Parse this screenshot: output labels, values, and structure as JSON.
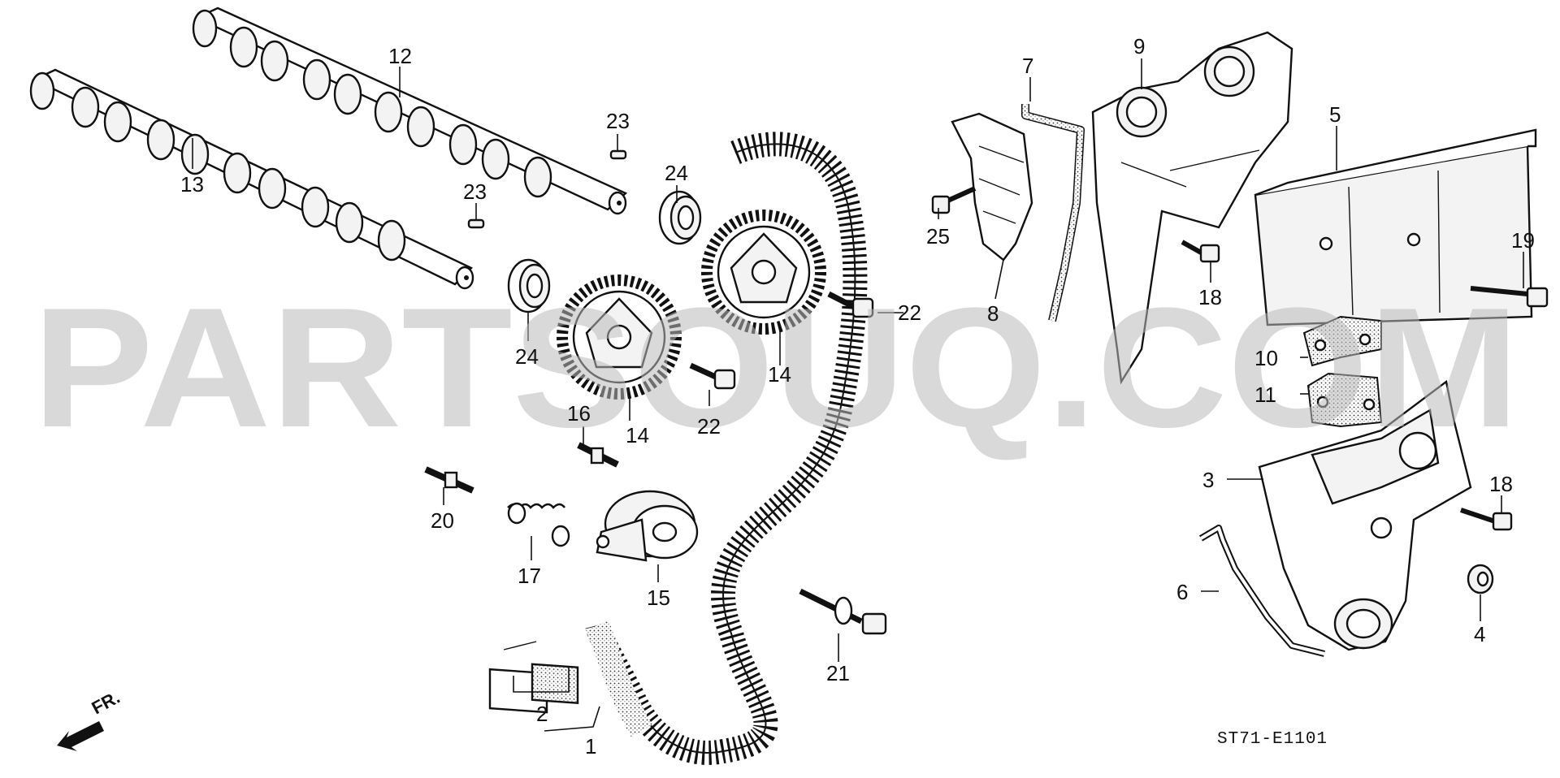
{
  "diagram": {
    "diagram_code": "ST71-E1101",
    "watermark": "PARTSOUQ.COM",
    "direction_label": "FR.",
    "callouts": [
      {
        "id": "c1",
        "text": "1"
      },
      {
        "id": "c2",
        "text": "2"
      },
      {
        "id": "c3",
        "text": "3"
      },
      {
        "id": "c4",
        "text": "4"
      },
      {
        "id": "c5",
        "text": "5"
      },
      {
        "id": "c6",
        "text": "6"
      },
      {
        "id": "c7",
        "text": "7"
      },
      {
        "id": "c8",
        "text": "8"
      },
      {
        "id": "c9",
        "text": "9"
      },
      {
        "id": "c10",
        "text": "10"
      },
      {
        "id": "c11",
        "text": "11"
      },
      {
        "id": "c12",
        "text": "12"
      },
      {
        "id": "c13",
        "text": "13"
      },
      {
        "id": "c14a",
        "text": "14"
      },
      {
        "id": "c14b",
        "text": "14"
      },
      {
        "id": "c15",
        "text": "15"
      },
      {
        "id": "c16",
        "text": "16"
      },
      {
        "id": "c17",
        "text": "17"
      },
      {
        "id": "c18a",
        "text": "18"
      },
      {
        "id": "c18b",
        "text": "18"
      },
      {
        "id": "c19",
        "text": "19"
      },
      {
        "id": "c20",
        "text": "20"
      },
      {
        "id": "c21",
        "text": "21"
      },
      {
        "id": "c22a",
        "text": "22"
      },
      {
        "id": "c22b",
        "text": "22"
      },
      {
        "id": "c23a",
        "text": "23"
      },
      {
        "id": "c23b",
        "text": "23"
      },
      {
        "id": "c24a",
        "text": "24"
      },
      {
        "id": "c24b",
        "text": "24"
      },
      {
        "id": "c25",
        "text": "25"
      }
    ]
  }
}
